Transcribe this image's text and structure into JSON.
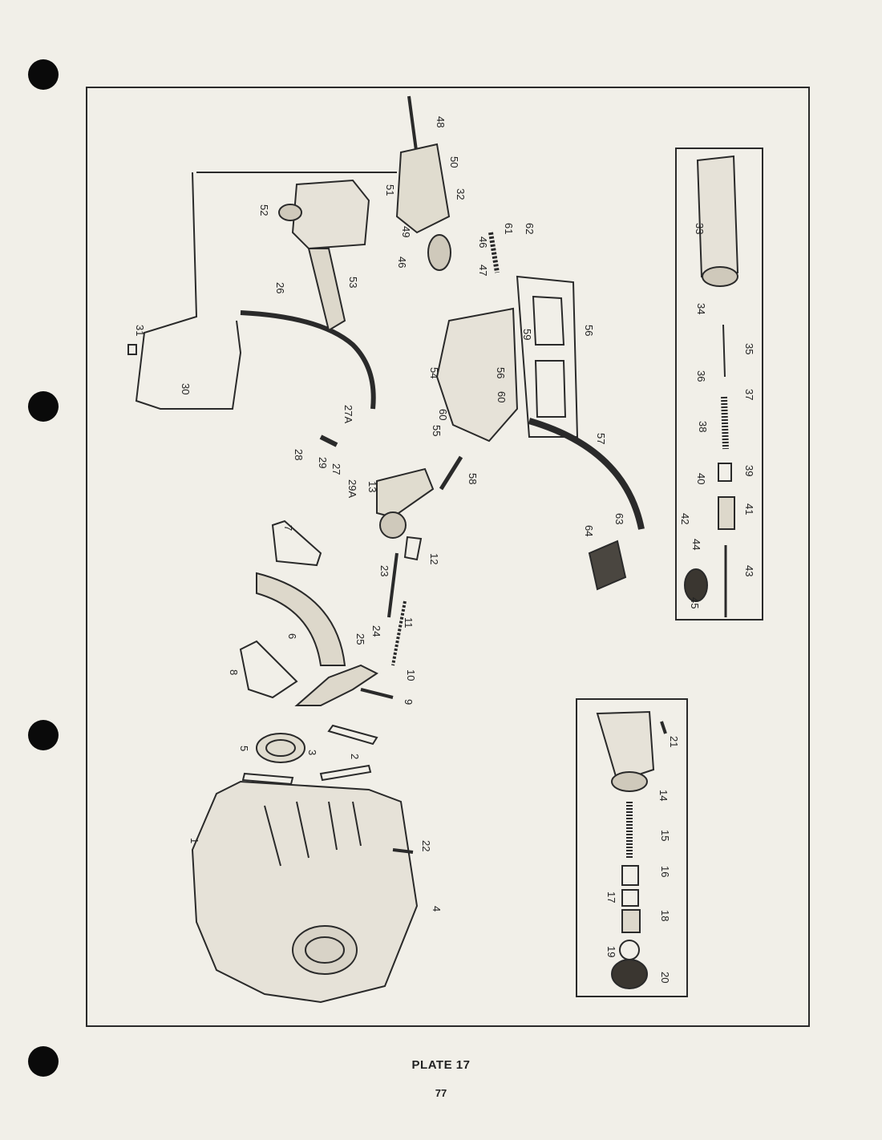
{
  "page": {
    "plate_label": "PLATE 17",
    "page_number": "77"
  },
  "callouts": [
    {
      "id": "p1",
      "label": "1"
    },
    {
      "id": "p2",
      "label": "2"
    },
    {
      "id": "p3",
      "label": "3"
    },
    {
      "id": "p4",
      "label": "4"
    },
    {
      "id": "p5",
      "label": "5"
    },
    {
      "id": "p6",
      "label": "6"
    },
    {
      "id": "p7",
      "label": "7"
    },
    {
      "id": "p8",
      "label": "8"
    },
    {
      "id": "p9",
      "label": "9"
    },
    {
      "id": "p10",
      "label": "10"
    },
    {
      "id": "p11",
      "label": "11"
    },
    {
      "id": "p12",
      "label": "12"
    },
    {
      "id": "p13",
      "label": "13"
    },
    {
      "id": "p14",
      "label": "14"
    },
    {
      "id": "p15",
      "label": "15"
    },
    {
      "id": "p16",
      "label": "16"
    },
    {
      "id": "p17",
      "label": "17"
    },
    {
      "id": "p18",
      "label": "18"
    },
    {
      "id": "p19",
      "label": "19"
    },
    {
      "id": "p20",
      "label": "20"
    },
    {
      "id": "p21",
      "label": "21"
    },
    {
      "id": "p22",
      "label": "22"
    },
    {
      "id": "p23",
      "label": "23"
    },
    {
      "id": "p24",
      "label": "24"
    },
    {
      "id": "p25",
      "label": "25"
    },
    {
      "id": "p26",
      "label": "26"
    },
    {
      "id": "p27",
      "label": "27"
    },
    {
      "id": "p27a",
      "label": "27A"
    },
    {
      "id": "p28",
      "label": "28"
    },
    {
      "id": "p29",
      "label": "29"
    },
    {
      "id": "p29a",
      "label": "29A"
    },
    {
      "id": "p30",
      "label": "30"
    },
    {
      "id": "p31",
      "label": "31"
    },
    {
      "id": "p32",
      "label": "32"
    },
    {
      "id": "p33",
      "label": "33"
    },
    {
      "id": "p34",
      "label": "34"
    },
    {
      "id": "p35",
      "label": "35"
    },
    {
      "id": "p36",
      "label": "36"
    },
    {
      "id": "p37",
      "label": "37"
    },
    {
      "id": "p38",
      "label": "38"
    },
    {
      "id": "p39",
      "label": "39"
    },
    {
      "id": "p40",
      "label": "40"
    },
    {
      "id": "p41",
      "label": "41"
    },
    {
      "id": "p42",
      "label": "42"
    },
    {
      "id": "p43",
      "label": "43"
    },
    {
      "id": "p44",
      "label": "44"
    },
    {
      "id": "p45",
      "label": "45"
    },
    {
      "id": "p46a",
      "label": "46"
    },
    {
      "id": "p46b",
      "label": "46"
    },
    {
      "id": "p47",
      "label": "47"
    },
    {
      "id": "p48",
      "label": "48"
    },
    {
      "id": "p49",
      "label": "49"
    },
    {
      "id": "p50",
      "label": "50"
    },
    {
      "id": "p51",
      "label": "51"
    },
    {
      "id": "p52",
      "label": "52"
    },
    {
      "id": "p53",
      "label": "53"
    },
    {
      "id": "p54",
      "label": "54"
    },
    {
      "id": "p55",
      "label": "55"
    },
    {
      "id": "p56a",
      "label": "56"
    },
    {
      "id": "p56b",
      "label": "56"
    },
    {
      "id": "p57",
      "label": "57"
    },
    {
      "id": "p58",
      "label": "58"
    },
    {
      "id": "p59",
      "label": "59"
    },
    {
      "id": "p60a",
      "label": "60"
    },
    {
      "id": "p60b",
      "label": "60"
    },
    {
      "id": "p61",
      "label": "61"
    },
    {
      "id": "p62",
      "label": "62"
    },
    {
      "id": "p63",
      "label": "63"
    },
    {
      "id": "p64",
      "label": "64"
    }
  ]
}
